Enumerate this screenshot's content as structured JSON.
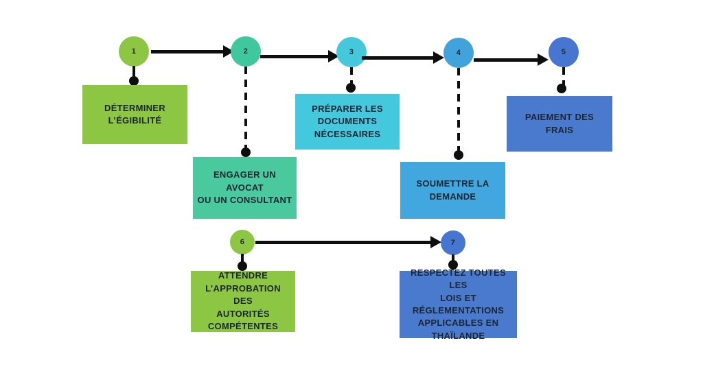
{
  "canvas": {
    "background_color": "#ffffff",
    "line_color": "#0e0e0e",
    "text_color": "#1c2633"
  },
  "steps": [
    {
      "number": "1",
      "label": [
        "DÉTERMINER",
        "L’ÉGIBILITÉ"
      ],
      "circle_color": "#8dc642",
      "box_color": "#8dc642",
      "connector": "solid"
    },
    {
      "number": "2",
      "label": [
        "ENGAGER UN AVOCAT",
        "OU UN CONSULTANT"
      ],
      "circle_color": "#40c79e",
      "box_color": "#4bc99e",
      "connector": "dashed"
    },
    {
      "number": "3",
      "label": [
        "PRÉPARER LES",
        "DOCUMENTS",
        "NÉCESSAIRES"
      ],
      "circle_color": "#46c8dc",
      "box_color": "#44c8dd",
      "connector": "dashed"
    },
    {
      "number": "4",
      "label": [
        "SOUMETTRE LA",
        "DEMANDE"
      ],
      "circle_color": "#42a2dc",
      "box_color": "#42a7df",
      "connector": "dashed"
    },
    {
      "number": "5",
      "label": [
        "PAIEMENT DES FRAIS"
      ],
      "circle_color": "#4776d0",
      "box_color": "#4a7ace",
      "connector": "dashed"
    },
    {
      "number": "6",
      "label": [
        "ATTENDRE",
        "L’APPROBATION DES",
        "AUTORITÉS",
        "COMPÉTENTES"
      ],
      "circle_color": "#8dc642",
      "box_color": "#8dc642",
      "connector": "solid"
    },
    {
      "number": "7",
      "label": [
        "RESPECTEZ TOUTES LES",
        "LOIS ET",
        "RÉGLEMENTATIONS",
        "APPLICABLES EN",
        "THAÏLANDE"
      ],
      "circle_color": "#4776d0",
      "box_color": "#4a7ace",
      "connector": "solid"
    }
  ]
}
